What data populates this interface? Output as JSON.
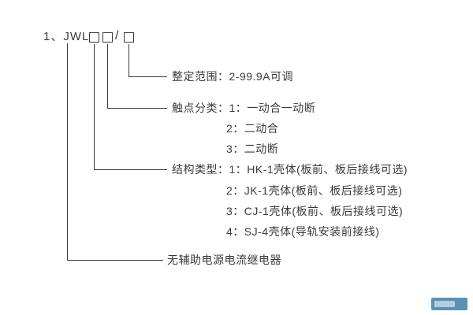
{
  "title": {
    "prefix": "1、JWL -",
    "slash": "/"
  },
  "setting_range": {
    "label": "整定范围：2-99.9A可调"
  },
  "contact_class": {
    "label": "触点分类：1：一动合一动断",
    "items": [
      "2：二动合",
      "3：二动断"
    ]
  },
  "structure_type": {
    "label": "结构类型：1：HK-1壳体(板前、板后接线可选)",
    "items": [
      "2：JK-1壳体(板前、板后接线可选)",
      "3：CJ-1壳体(板前、板后接线可选)",
      "4：SJ-4壳体(导轨安装前接线)"
    ]
  },
  "relay": {
    "label": "无辅助电源电流继电器"
  }
}
